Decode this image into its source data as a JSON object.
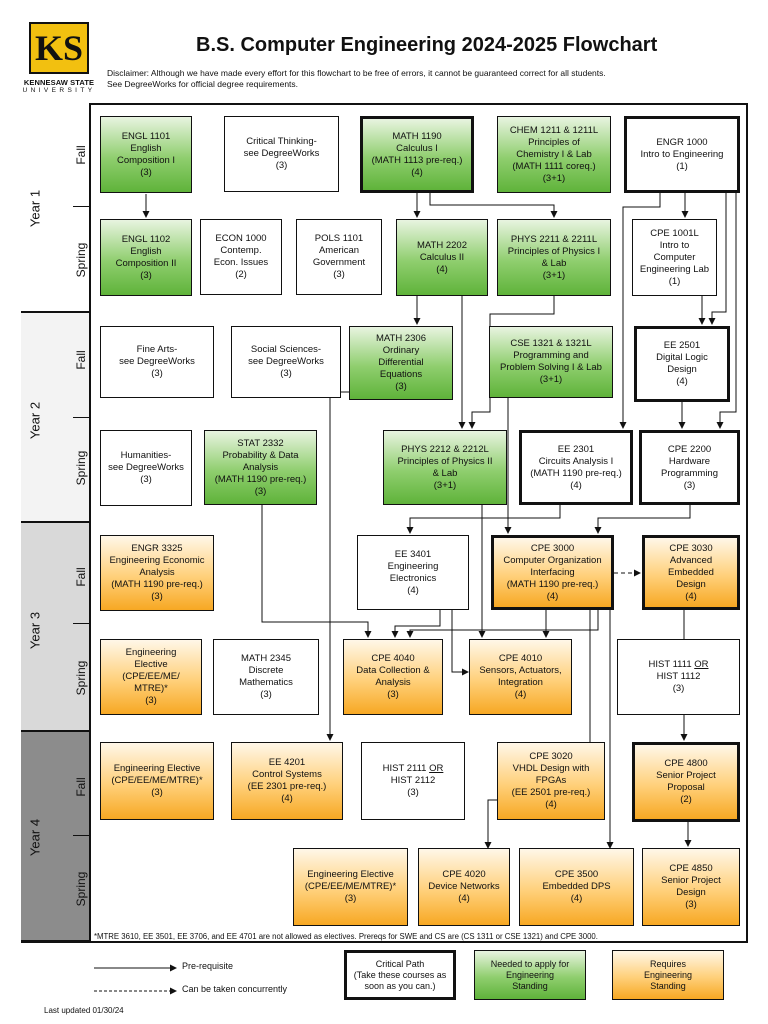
{
  "header": {
    "logo_name": "KENNESAW STATE",
    "logo_univ": "UNIVERSITY",
    "title": "B.S. Computer Engineering 2024-2025 Flowchart",
    "disclaimer_1": "Disclaimer: Although we have made every effort for this flowchart to be free of errors, it cannot be guaranteed correct for all students.",
    "disclaimer_2": "See DegreeWorks for official degree requirements."
  },
  "years": [
    {
      "label": "Year 1",
      "fall": "Fall",
      "spring": "Spring"
    },
    {
      "label": "Year 2",
      "fall": "Fall",
      "spring": "Spring"
    },
    {
      "label": "Year 3",
      "fall": "Fall",
      "spring": "Spring"
    },
    {
      "label": "Year 4",
      "fall": "Fall",
      "spring": "Spring"
    }
  ],
  "courses": {
    "engl1101": [
      "ENGL 1101",
      "English",
      "Composition I",
      "(3)"
    ],
    "critthink": [
      "Critical Thinking-",
      "see DegreeWorks",
      "(3)"
    ],
    "math1190": [
      "MATH 1190",
      "Calculus I",
      "(MATH 1113 pre-req.)",
      "(4)"
    ],
    "chem1211": [
      "CHEM 1211 & 1211L",
      "Principles of",
      "Chemistry I & Lab",
      "(MATH 1111 coreq.)",
      "(3+1)"
    ],
    "engr1000": [
      "ENGR 1000",
      "Intro to Engineering",
      "(1)"
    ],
    "engl1102": [
      "ENGL 1102",
      "English",
      "Composition II",
      "(3)"
    ],
    "econ1000": [
      "ECON 1000",
      "Contemp.",
      "Econ. Issues",
      "(2)"
    ],
    "pols1101": [
      "POLS 1101",
      "American",
      "Government",
      "(3)"
    ],
    "math2202": [
      "MATH 2202",
      "Calculus II",
      "(4)"
    ],
    "phys2211": [
      "PHYS 2211 & 2211L",
      "Principles of Physics I",
      "& Lab",
      "(3+1)"
    ],
    "cpe1001l": [
      "CPE 1001L",
      "Intro to",
      "Computer",
      "Engineering Lab",
      "(1)"
    ],
    "finearts": [
      "Fine Arts-",
      "see DegreeWorks",
      "(3)"
    ],
    "socsci": [
      "Social Sciences-",
      "see DegreeWorks",
      "(3)"
    ],
    "math2306": [
      "MATH 2306",
      "Ordinary",
      "Differential",
      "Equations",
      "(3)"
    ],
    "cse1321": [
      "CSE 1321 & 1321L",
      "Programming and",
      "Problem Solving I & Lab",
      "(3+1)"
    ],
    "ee2501": [
      "EE 2501",
      "Digital Logic",
      "Design",
      "(4)"
    ],
    "humanities": [
      "Humanities-",
      "see DegreeWorks",
      "(3)"
    ],
    "stat2332": [
      "STAT 2332",
      "Probability & Data",
      "Analysis",
      "(MATH 1190 pre-req.)",
      "(3)"
    ],
    "phys2212": [
      "PHYS 2212 & 2212L",
      "Principles of Physics II",
      "& Lab",
      "(3+1)"
    ],
    "ee2301": [
      "EE 2301",
      "Circuits Analysis I",
      "(MATH 1190 pre-req.)",
      "(4)"
    ],
    "cpe2200": [
      "CPE 2200",
      "Hardware",
      "Programming",
      "(3)"
    ],
    "engr3325": [
      "ENGR 3325",
      "Engineering Economic",
      "Analysis",
      "(MATH 1190 pre-req.)",
      "(3)"
    ],
    "ee3401": [
      "EE 3401",
      "Engineering",
      "Electronics",
      "(4)"
    ],
    "cpe3000": [
      "CPE 3000",
      "Computer Organization",
      "Interfacing",
      "(MATH 1190 pre-req.)",
      "(4)"
    ],
    "cpe3030": [
      "CPE 3030",
      "Advanced",
      "Embedded",
      "Design",
      "(4)"
    ],
    "engelec1": [
      "Engineering",
      "Elective",
      "(CPE/EE/ME/",
      "MTRE)*",
      "(3)"
    ],
    "math2345": [
      "MATH 2345",
      "Discrete",
      "Mathematics",
      "(3)"
    ],
    "cpe4040": [
      "CPE 4040",
      "Data Collection &",
      "Analysis",
      "(3)"
    ],
    "cpe4010": [
      "CPE 4010",
      "Sensors, Actuators,",
      "Integration",
      "(4)"
    ],
    "hist1111": [
      "HIST 1111 OR",
      "HIST 1112",
      "(3)"
    ],
    "engelec2": [
      "Engineering Elective",
      "(CPE/EE/ME/MTRE)*",
      "(3)"
    ],
    "ee4201": [
      "EE 4201",
      "Control Systems",
      "(EE 2301 pre-req.)",
      "(4)"
    ],
    "hist2111": [
      "HIST 2111 OR",
      "HIST 2112",
      "(3)"
    ],
    "cpe3020": [
      "CPE 3020",
      "VHDL Design with",
      "FPGAs",
      "(EE 2501 pre-req.)",
      "(4)"
    ],
    "cpe4800": [
      "CPE 4800",
      "Senior Project",
      "Proposal",
      "(2)"
    ],
    "engelec3": [
      "Engineering Elective",
      "(CPE/EE/ME/MTRE)*",
      "(3)"
    ],
    "cpe4020": [
      "CPE 4020",
      "Device Networks",
      "(4)"
    ],
    "cpe3500": [
      "CPE 3500",
      "Embedded DPS",
      "(4)"
    ],
    "cpe4850": [
      "CPE 4850",
      "Senior Project",
      "Design",
      "(3)"
    ]
  },
  "footnote": "*MTRE 3610, EE 3501, EE 3706, and EE 4701 are not allowed as electives.  Prereqs for SWE and CS are (CS 1311 or CSE 1321) and CPE 3000.",
  "legend": {
    "prereq": "Pre-requisite",
    "concurrent": "Can be taken concurrently",
    "critical": [
      "Critical Path",
      "(Take these courses as",
      "soon as you can.)"
    ],
    "green": [
      "Needed to apply for",
      "Engineering",
      "Standing"
    ],
    "gold": [
      "Requires",
      "Engineering",
      "Standing"
    ]
  },
  "updated": "Last updated 01/30/24",
  "colors": {
    "green": "#5fb33a",
    "gold": "#f7a823",
    "year_light": "#ececec",
    "year_dark": "#8c8c8c"
  }
}
